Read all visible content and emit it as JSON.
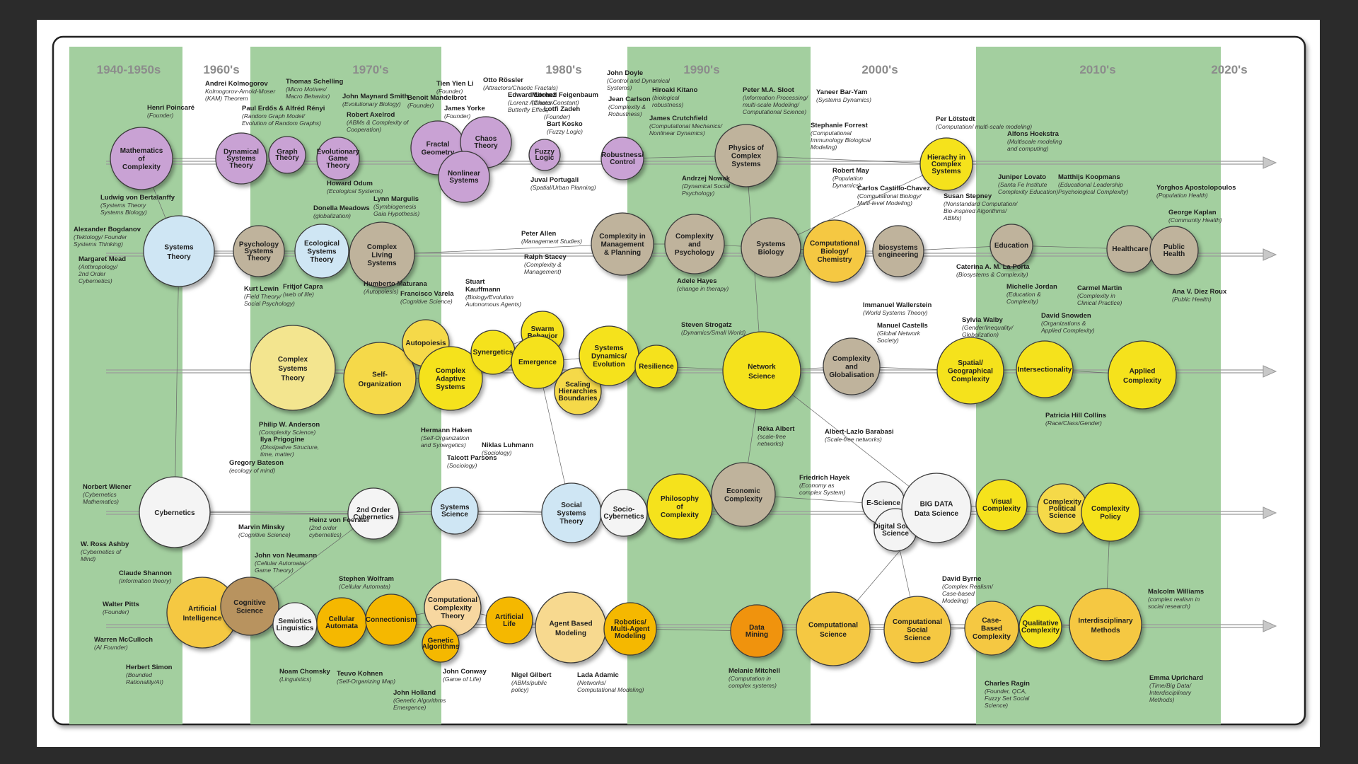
{
  "eras": [
    "1940-1950s",
    "1960's",
    "1970's",
    "1980's",
    "1990's",
    "2000's",
    "2010's",
    "2020's"
  ],
  "nodes": [
    {
      "id": "math",
      "label": "Mathematics\nof\nComplexity",
      "color": "#c9a2d4"
    },
    {
      "id": "dyn",
      "label": "Dynamical\nSystems\nTheory",
      "color": "#c9a2d4"
    },
    {
      "id": "graph",
      "label": "Graph\nTheory",
      "color": "#c9a2d4"
    },
    {
      "id": "evo",
      "label": "Evolutionary\nGame\nTheory",
      "color": "#c9a2d4"
    },
    {
      "id": "fractal",
      "label": "Fractal\nGeometry",
      "color": "#c9a2d4"
    },
    {
      "id": "chaos",
      "label": "Chaos\nTheory",
      "color": "#c9a2d4"
    },
    {
      "id": "nonlin",
      "label": "Nonlinear\nSystems",
      "color": "#c9a2d4"
    },
    {
      "id": "fuzzy",
      "label": "Fuzzy\nLogic",
      "color": "#c9a2d4"
    },
    {
      "id": "robust",
      "label": "Robustness/\nControl",
      "color": "#c9a2d4"
    },
    {
      "id": "physcx",
      "label": "Physics of\nComplex\nSystems",
      "color": "#bfb39c"
    },
    {
      "id": "hier",
      "label": "Hierachy in\nComplex\nSystems",
      "color": "#f5e21c"
    },
    {
      "id": "systh",
      "label": "Systems\nTheory",
      "color": "#cfe6f4"
    },
    {
      "id": "psych",
      "label": "Psychology\nSystems\nTheory",
      "color": "#bfb39c"
    },
    {
      "id": "eco",
      "label": "Ecological\nSystems\nTheory",
      "color": "#cfe6f4"
    },
    {
      "id": "living",
      "label": "Complex\nLiving\nSystems",
      "color": "#bfb39c"
    },
    {
      "id": "mgmt",
      "label": "Complexity in\nManagement\n& Planning",
      "color": "#bfb39c"
    },
    {
      "id": "cxpsy",
      "label": "Complexity\nand\nPsychology",
      "color": "#bfb39c"
    },
    {
      "id": "sysbio",
      "label": "Systems\nBiology",
      "color": "#bfb39c"
    },
    {
      "id": "compbio",
      "label": "Computational\nBiology/\nChemistry",
      "color": "#f5c842"
    },
    {
      "id": "bioeng",
      "label": "biosystems\nengineering",
      "color": "#bfb39c"
    },
    {
      "id": "edu",
      "label": "Education",
      "color": "#bfb39c"
    },
    {
      "id": "health",
      "label": "Healthcare",
      "color": "#bfb39c"
    },
    {
      "id": "pubh",
      "label": "Public\nHealth",
      "color": "#bfb39c"
    },
    {
      "id": "cst",
      "label": "Complex\nSystems\nTheory",
      "color": "#f3e58f"
    },
    {
      "id": "selforg",
      "label": "Self-\nOrganization",
      "color": "#f5d94a"
    },
    {
      "id": "autop",
      "label": "Autopoiesis",
      "color": "#f5d94a"
    },
    {
      "id": "cas",
      "label": "Complex\nAdaptive\nSystems",
      "color": "#f5e21c"
    },
    {
      "id": "synerg",
      "label": "Synergetics",
      "color": "#f5e21c"
    },
    {
      "id": "swarm",
      "label": "Swarm\nBehavior",
      "color": "#f5e21c"
    },
    {
      "id": "emerg",
      "label": "Emergence",
      "color": "#f5e21c"
    },
    {
      "id": "scaling",
      "label": "Scaling\nHierarchies\nBoundaries",
      "color": "#f5d94a"
    },
    {
      "id": "sysdyn",
      "label": "Systems\nDynamics/\nEvolution",
      "color": "#f5e21c"
    },
    {
      "id": "resil",
      "label": "Resilience",
      "color": "#f5e21c"
    },
    {
      "id": "netsci",
      "label": "Network\nScience",
      "color": "#f5e21c"
    },
    {
      "id": "globl",
      "label": "Complexity\nand\nGlobalisation",
      "color": "#bfb39c"
    },
    {
      "id": "spatial",
      "label": "Spatial/\nGeographical\nComplexity",
      "color": "#f5e21c"
    },
    {
      "id": "inters",
      "label": "Intersectionality",
      "color": "#f5e21c"
    },
    {
      "id": "applied",
      "label": "Applied\nComplexity",
      "color": "#f5e21c"
    },
    {
      "id": "cyber",
      "label": "Cybernetics",
      "color": "#f4f4f4"
    },
    {
      "id": "cyb2",
      "label": "2nd Order\nCybernetics",
      "color": "#f4f4f4"
    },
    {
      "id": "syssci",
      "label": "Systems\nScience",
      "color": "#cfe6f4"
    },
    {
      "id": "socsys",
      "label": "Social\nSystems\nTheory",
      "color": "#cfe6f4"
    },
    {
      "id": "sociocy",
      "label": "Socio-\nCybernetics",
      "color": "#f4f4f4"
    },
    {
      "id": "philo",
      "label": "Philosophy\nof\nComplexity",
      "color": "#f5e21c"
    },
    {
      "id": "econ",
      "label": "Economic\nComplexity",
      "color": "#bfb39c"
    },
    {
      "id": "esci",
      "label": "E-Science",
      "color": "#f4f4f4"
    },
    {
      "id": "digsoc",
      "label": "Digital Social\nScience",
      "color": "#f4f4f4"
    },
    {
      "id": "bigdata",
      "label": "BIG DATA\nData Science",
      "color": "#f4f4f4"
    },
    {
      "id": "visual",
      "label": "Visual\nComplexity",
      "color": "#f5e21c"
    },
    {
      "id": "cxpolsci",
      "label": "Complexity\nPolitical\nScience",
      "color": "#f5d94a"
    },
    {
      "id": "cxpol",
      "label": "Complexity\nPolicy",
      "color": "#f5e21c"
    },
    {
      "id": "ai",
      "label": "Artificial\nIntelligence",
      "color": "#f5c842"
    },
    {
      "id": "cogsci",
      "label": "Cognitive\nScience",
      "color": "#b8935f"
    },
    {
      "id": "semio",
      "label": "Semiotics\nLinguistics",
      "color": "#f4f4f4"
    },
    {
      "id": "cellaut",
      "label": "Cellular\nAutomata",
      "color": "#f5b800"
    },
    {
      "id": "connect",
      "label": "Connectionism",
      "color": "#f5b800"
    },
    {
      "id": "compcx",
      "label": "Computational\nComplexity\nTheory",
      "color": "#f7d7a0"
    },
    {
      "id": "genalg",
      "label": "Genetic\nAlgorithms",
      "color": "#f5b800"
    },
    {
      "id": "artlife",
      "label": "Artificial\nLife",
      "color": "#f5b800"
    },
    {
      "id": "abm",
      "label": "Agent Based\nModeling",
      "color": "#f7d98f"
    },
    {
      "id": "robot",
      "label": "Robotics/\nMulti-Agent\nModeling",
      "color": "#f5b800"
    },
    {
      "id": "dmining",
      "label": "Data\nMining",
      "color": "#f0930a"
    },
    {
      "id": "compsci",
      "label": "Computational\nScience",
      "color": "#f5c842"
    },
    {
      "id": "compsoc",
      "label": "Computational\nSocial\nScience",
      "color": "#f5c842"
    },
    {
      "id": "casebased",
      "label": "Case-\nBased\nComplexity",
      "color": "#f5c842"
    },
    {
      "id": "qualcx",
      "label": "Qualitative\nComplexity",
      "color": "#f5e21c"
    },
    {
      "id": "interdisc",
      "label": "Interdisciplinary\nMethods",
      "color": "#f5c842"
    }
  ],
  "people": [
    {
      "id": "p1",
      "name": "Henri Poincaré",
      "desc": "(Founder)"
    },
    {
      "id": "p2",
      "name": "Andrei  Kolmogorov",
      "desc": "Kolmogorov-Arnold-Moser\n(KAM) Theorem"
    },
    {
      "id": "p3",
      "name": "Paul Erdős & Alfréd Rényi",
      "desc": "(Random Graph Model/\nEvolution of Random Graphs)"
    },
    {
      "id": "p4",
      "name": "Thomas Schelling",
      "desc": "(Micro Motives/\nMacro Behavior)"
    },
    {
      "id": "p5",
      "name": "John Maynard Smith",
      "desc": "(Evolutionary Biology)"
    },
    {
      "id": "p6",
      "name": "Robert Axelrod",
      "desc": "(ABMs & Complexity of\nCooperation)"
    },
    {
      "id": "p7",
      "name": "Benoit Mandelbrot",
      "desc": "(Founder)"
    },
    {
      "id": "p8",
      "name": "Tien Yien Li",
      "desc": "(Founder)"
    },
    {
      "id": "p9",
      "name": "Otto Rössler",
      "desc": "(Attractors/Chaotic Fractals)"
    },
    {
      "id": "p10",
      "name": "James Yorke",
      "desc": "(Founder)"
    },
    {
      "id": "p11",
      "name": "Edward Lorenz",
      "desc": "(Lorenz Attractor/\nButterfly Effect)"
    },
    {
      "id": "p12",
      "name": "Mitchell Feigenbaum",
      "desc": "(Chaos Constant)"
    },
    {
      "id": "p13",
      "name": "Lotfi Zadeh",
      "desc": "(Founder)"
    },
    {
      "id": "p14",
      "name": "Bart Kosko",
      "desc": "(Fuzzy Logic)"
    },
    {
      "id": "p15",
      "name": "John Doyle",
      "desc": "(Control and Dynamical\nSystems)"
    },
    {
      "id": "p16",
      "name": "Jean Carlson",
      "desc": "(Complexity &\nRobustness)"
    },
    {
      "id": "p17",
      "name": "Hiroaki Kitano",
      "desc": "(biological\nrobustness)"
    },
    {
      "id": "p18",
      "name": "James Crutchfield",
      "desc": "(Computational Mechanics/\nNonlinear Dynamics)"
    },
    {
      "id": "p19",
      "name": "Peter M.A. Sloot",
      "desc": "(Information Processing/\nmulti-scale Modeling/\nComputational Science)"
    },
    {
      "id": "p20",
      "name": "Yaneer Bar-Yam",
      "desc": "(Systems Dynamics)"
    },
    {
      "id": "p21",
      "name": "Stephanie Forrest",
      "desc": "(Computational\nImmunology Biological\nModeling)"
    },
    {
      "id": "p22",
      "name": "Per Lötstedt",
      "desc": "(Computation/ multi-scale modeling)"
    },
    {
      "id": "p23",
      "name": "Alfons Hoekstra",
      "desc": "(Multiscale modeling\nand computing)"
    },
    {
      "id": "p24",
      "name": "Ludwig von Bertalanffy",
      "desc": "(Systems Theory\nSystems Biology)"
    },
    {
      "id": "p25",
      "name": "Alexander Bogdanov",
      "desc": "(Tektology/ Founder\nSystems Thinking)"
    },
    {
      "id": "p26",
      "name": "Margaret Mead",
      "desc": "(Anthropology/\n2nd Order\nCybernetics)"
    },
    {
      "id": "p27",
      "name": "Lynn Margulis",
      "desc": "(Symbiogenesis\nGaia Hypothesis)"
    },
    {
      "id": "p28",
      "name": "Donella Meadows",
      "desc": "(globalization)"
    },
    {
      "id": "p29",
      "name": "Howard Odum",
      "desc": "(Ecological Systems)"
    },
    {
      "id": "p30",
      "name": "Humberto Maturana",
      "desc": "(Autopoiesis)"
    },
    {
      "id": "p31",
      "name": "Fritjof Capra",
      "desc": "(web of life)"
    },
    {
      "id": "p32",
      "name": "Kurt Lewin",
      "desc": "(Field Theory/\nSocial Psychology)"
    },
    {
      "id": "p33",
      "name": "Juval Portugali",
      "desc": "(Spatial/Urban Planning)"
    },
    {
      "id": "p34",
      "name": "Peter Allen",
      "desc": "(Management Studies)"
    },
    {
      "id": "p35",
      "name": "Ralph Stacey",
      "desc": "(Complexity &\nManagement)"
    },
    {
      "id": "p36",
      "name": "Andrzej Nowak",
      "desc": "(Dynamical Social\nPsychology)"
    },
    {
      "id": "p37",
      "name": "Adele Hayes",
      "desc": "(change in therapy)"
    },
    {
      "id": "p38",
      "name": "Robert May",
      "desc": "(Population\nDynamics)"
    },
    {
      "id": "p39",
      "name": "Carlos Castillo-Chavez",
      "desc": "(Computational Biology/\nMulti-level Modeling)"
    },
    {
      "id": "p40",
      "name": "Susan Stepney",
      "desc": "(Nonstandard Computation/\nBio-inspired Algorithms/\nABMs)"
    },
    {
      "id": "p41",
      "name": "Caterina A. M. La Porta",
      "desc": "(Biosystems & Complexity)"
    },
    {
      "id": "p42",
      "name": "Juniper Lovato",
      "desc": "(Santa Fe Institute\nComplexity Education)"
    },
    {
      "id": "p43",
      "name": "Matthijs Koopmans",
      "desc": "(Educational Leadership\nPsychological Complexity)"
    },
    {
      "id": "p44",
      "name": "Michelle Jordan",
      "desc": "(Education &\nComplexity)"
    },
    {
      "id": "p45",
      "name": "Carmel Martin",
      "desc": "(Complexity in\nClinical Practice)"
    },
    {
      "id": "p46",
      "name": "Yorghos Apostolopoulos",
      "desc": "(Population Health)"
    },
    {
      "id": "p47",
      "name": "George Kaplan",
      "desc": "(Community Health)"
    },
    {
      "id": "p48",
      "name": "Ana V. Diez Roux",
      "desc": "(Public Health)"
    },
    {
      "id": "p49",
      "name": "Philip W. Anderson",
      "desc": "(Complexity Science)"
    },
    {
      "id": "p50",
      "name": "Ilya Prigogine",
      "desc": "(Dissipative Structure,\ntime, matter)"
    },
    {
      "id": "p51",
      "name": "Francisco Varela",
      "desc": "(Cognitive Science)"
    },
    {
      "id": "p52",
      "name": "Stuart\nKauffmann",
      "desc": "(Biology/Evolution\nAutonomous Agents)"
    },
    {
      "id": "p53",
      "name": "Hermann Haken",
      "desc": "(Self-Organization\nand Synergetics)"
    },
    {
      "id": "p54",
      "name": "Steven Strogatz",
      "desc": "(Dynamics/Small World)"
    },
    {
      "id": "p55",
      "name": "Immanuel Wallerstein",
      "desc": "(World Systems Theory)"
    },
    {
      "id": "p56",
      "name": "Manuel Castells",
      "desc": "(Global Network\nSociety)"
    },
    {
      "id": "p57",
      "name": "Réka Albert",
      "desc": "(scale-free\nnetworks)"
    },
    {
      "id": "p58",
      "name": "Albert-Lazlo Barabasi",
      "desc": "(Scale-free networks)"
    },
    {
      "id": "p59",
      "name": "Sylvia Walby",
      "desc": "(Gender/Inequality/\nGlobalization)"
    },
    {
      "id": "p60",
      "name": "David Snowden",
      "desc": "(Organizations &\nApplied Complexity)"
    },
    {
      "id": "p61",
      "name": "Patricia Hill Collins",
      "desc": "(Race/Class/Gender)"
    },
    {
      "id": "p62",
      "name": "Norbert Wiener",
      "desc": "(Cybernetics\nMathematics)"
    },
    {
      "id": "p63",
      "name": "W. Ross Ashby",
      "desc": "(Cybernetics of\nMind)"
    },
    {
      "id": "p64",
      "name": "Gregory Bateson",
      "desc": "(ecology of mind)"
    },
    {
      "id": "p65",
      "name": "Heinz von Foerster",
      "desc": "(2nd order\ncybernetics)"
    },
    {
      "id": "p66",
      "name": "Talcott Parsons",
      "desc": "(Sociology)"
    },
    {
      "id": "p67",
      "name": "Niklas Luhmann",
      "desc": "(Sociology)"
    },
    {
      "id": "p68",
      "name": "Friedrich Hayek",
      "desc": "(Economy as\ncomplex System)"
    },
    {
      "id": "p69",
      "name": "Claude Shannon",
      "desc": "(Information theory)"
    },
    {
      "id": "p70",
      "name": "Walter Pitts",
      "desc": "(Founder)"
    },
    {
      "id": "p71",
      "name": "Warren McCulloch",
      "desc": "(AI Founder)"
    },
    {
      "id": "p72",
      "name": "Herbert Simon",
      "desc": "(Bounded\nRationality/AI)"
    },
    {
      "id": "p73",
      "name": "Marvin Minsky",
      "desc": "(Cognitive Science)"
    },
    {
      "id": "p74",
      "name": "John von Neumann",
      "desc": "(Cellular Automata/\nGame Theory)"
    },
    {
      "id": "p75",
      "name": "Stephen Wolfram",
      "desc": "(Cellular Automata)"
    },
    {
      "id": "p76",
      "name": "Noam Chomsky",
      "desc": "(Linguistics)"
    },
    {
      "id": "p77",
      "name": "Teuvo Kohnen",
      "desc": "(Self-Organizing Map)"
    },
    {
      "id": "p78",
      "name": "John Holland",
      "desc": "(Genetic Algorithms\nEmergence)"
    },
    {
      "id": "p79",
      "name": "John Conway",
      "desc": "(Game of Life)"
    },
    {
      "id": "p80",
      "name": "Nigel Gilbert",
      "desc": "(ABMs/public\npolicy)"
    },
    {
      "id": "p81",
      "name": "Lada Adamic",
      "desc": "(Networks/\nComputational Modeling)"
    },
    {
      "id": "p82",
      "name": "Melanie Mitchell",
      "desc": "(Computation in\ncomplex systems)"
    },
    {
      "id": "p83",
      "name": "David Byrne",
      "desc": "(Complex Realism/\nCase-based\nModeling)"
    },
    {
      "id": "p84",
      "name": "Charles Ragin",
      "desc": "(Founder, QCA,\nFuzzy Set Social\nScience)"
    },
    {
      "id": "p85",
      "name": "Malcolm Williams",
      "desc": "(complex realism in\nsocial research)"
    },
    {
      "id": "p86",
      "name": "Emma Uprichard",
      "desc": "(Time/Big Data/\nInterdisciplinary\nMethods)"
    }
  ]
}
